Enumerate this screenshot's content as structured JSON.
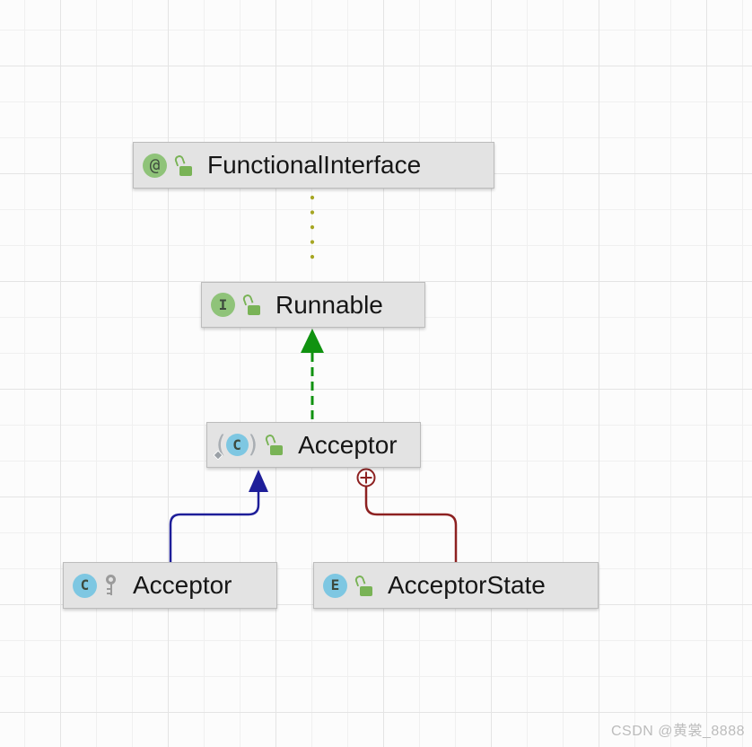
{
  "nodes": {
    "functional_interface": {
      "label": "FunctionalInterface",
      "kind": "annotation",
      "icon_letter": "@",
      "visibility": "public"
    },
    "runnable": {
      "label": "Runnable",
      "kind": "interface",
      "icon_letter": "I",
      "visibility": "public"
    },
    "acceptor_class": {
      "label": "Acceptor",
      "kind": "class (in context)",
      "icon_letter": "C",
      "visibility": "public"
    },
    "acceptor_nested": {
      "label": "Acceptor",
      "kind": "class",
      "icon_letter": "C",
      "visibility": "package-private"
    },
    "acceptor_state": {
      "label": "AcceptorState",
      "kind": "enum",
      "icon_letter": "E",
      "visibility": "public"
    }
  },
  "edges": {
    "annotation": {
      "from": "FunctionalInterface",
      "to": "Runnable",
      "style": "dotted",
      "color": "#a6a623"
    },
    "implements": {
      "from": "Acceptor",
      "to": "Runnable",
      "style": "dashed-arrow",
      "color": "#109210"
    },
    "extends": {
      "from": "Acceptor",
      "to": "Acceptor",
      "style": "solid-arrow",
      "color": "#1e1e99"
    },
    "inner_class": {
      "from": "AcceptorState",
      "to": "Acceptor",
      "style": "solid-circle-plus",
      "color": "#8d2121"
    }
  },
  "icon_colors": {
    "annotation_circle": "#8fc379",
    "interface_circle": "#8fc379",
    "class_circle": "#7ec7e2",
    "enum_circle": "#7ec7e2",
    "lock_green": "#79b356",
    "key_gray": "#9b9b9b"
  },
  "watermark": {
    "text": "CSDN @黄裳_8888"
  }
}
